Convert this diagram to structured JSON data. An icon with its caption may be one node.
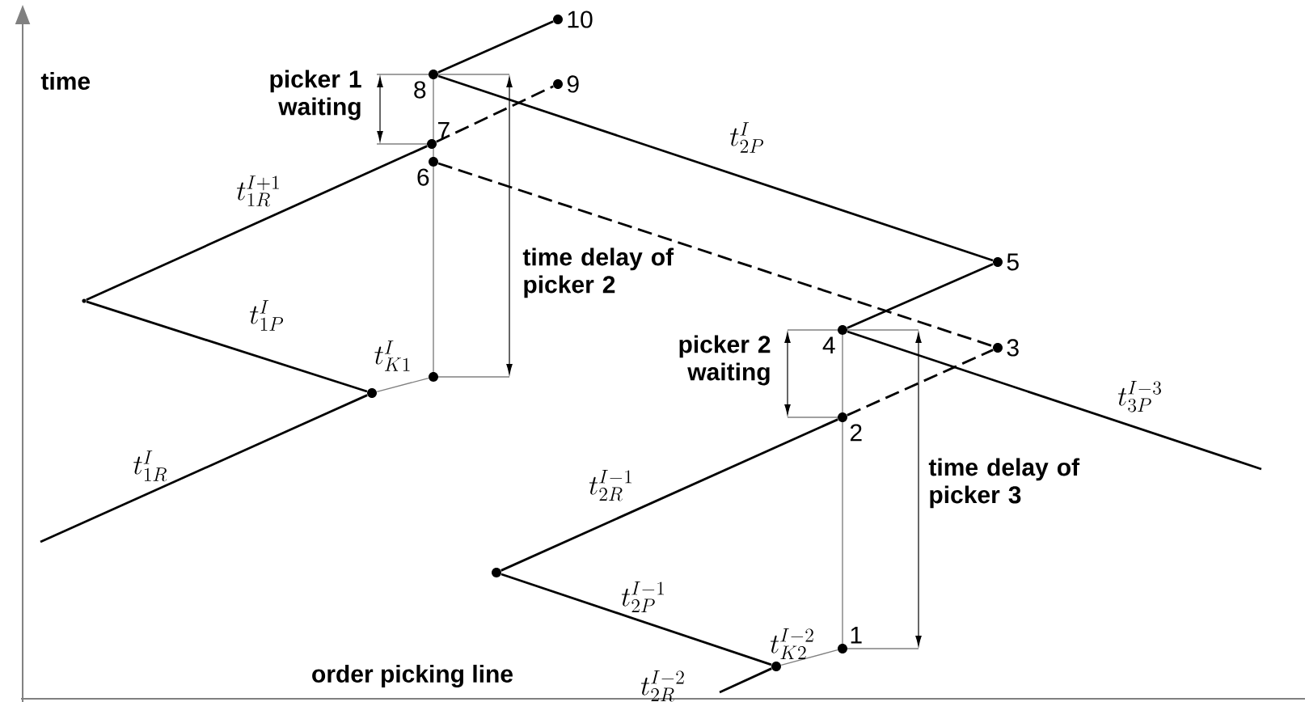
{
  "diagram": {
    "nodes": [
      {
        "text": [
          "10"
        ]
      },
      {
        "text": [
          "8"
        ]
      },
      {
        "text": [
          "9"
        ]
      },
      {
        "text": [
          "7"
        ]
      },
      {
        "text": [
          "6"
        ]
      },
      {
        "text": [
          "5"
        ]
      },
      {
        "text": [],
        "shape": "point"
      },
      {
        "text": [
          "4"
        ]
      },
      {
        "text": [
          "3"
        ]
      },
      {
        "text": [],
        "shape": "dot"
      },
      {
        "text": [],
        "shape": "dot"
      },
      {
        "text": [
          "2"
        ]
      },
      {
        "text": [],
        "shape": "dot"
      },
      {
        "text": [
          "1"
        ]
      },
      {
        "text": [],
        "shape": "dot"
      }
    ],
    "edges": [
      {
        "from": null,
        "to": 10,
        "arrow": "none",
        "label": "t^{I}_{1R}"
      },
      {
        "from": 10,
        "to": 6,
        "arrow": "none",
        "label": "t^{I}_{1P}"
      },
      {
        "from": 6,
        "to": 3,
        "arrow": "none",
        "label": "t^{I+1}_{1R}"
      },
      {
        "from": 3,
        "to": 2,
        "arrow": "none",
        "style": "dashed"
      },
      {
        "from": 10,
        "to": 9,
        "arrow": "none",
        "label": "t^{I}_{K1}",
        "color": "#808080"
      },
      {
        "from": 4,
        "to": 8,
        "arrow": "none",
        "style": "dashed"
      },
      {
        "from": 1,
        "to": 0,
        "arrow": "none"
      },
      {
        "from": 1,
        "to": 5,
        "arrow": "none",
        "label": "t^{I}_{2P}"
      },
      {
        "from": 5,
        "to": 7,
        "arrow": "none"
      },
      {
        "from": 7,
        "to": null,
        "arrow": "none",
        "label": "t^{I-3}_{3P}"
      },
      {
        "from": 11,
        "to": 8,
        "arrow": "none",
        "style": "dashed"
      },
      {
        "from": 12,
        "to": 11,
        "arrow": "none",
        "label": "t^{I-1}_{2R}"
      },
      {
        "from": 12,
        "to": 14,
        "arrow": "none",
        "label": "t^{I-1}_{2P}"
      },
      {
        "from": 14,
        "to": 13,
        "arrow": "none",
        "label": "t^{I-2}_{K2}",
        "color": "#808080"
      },
      {
        "from": null,
        "to": 14,
        "arrow": "none",
        "label": "t^{I-2}_{2R}"
      }
    ],
    "labels": [
      "time",
      "picker 1 waiting",
      "time delay of picker 2",
      "picker 2 waiting",
      "time delay of picker 3",
      "order picking line"
    ]
  }
}
